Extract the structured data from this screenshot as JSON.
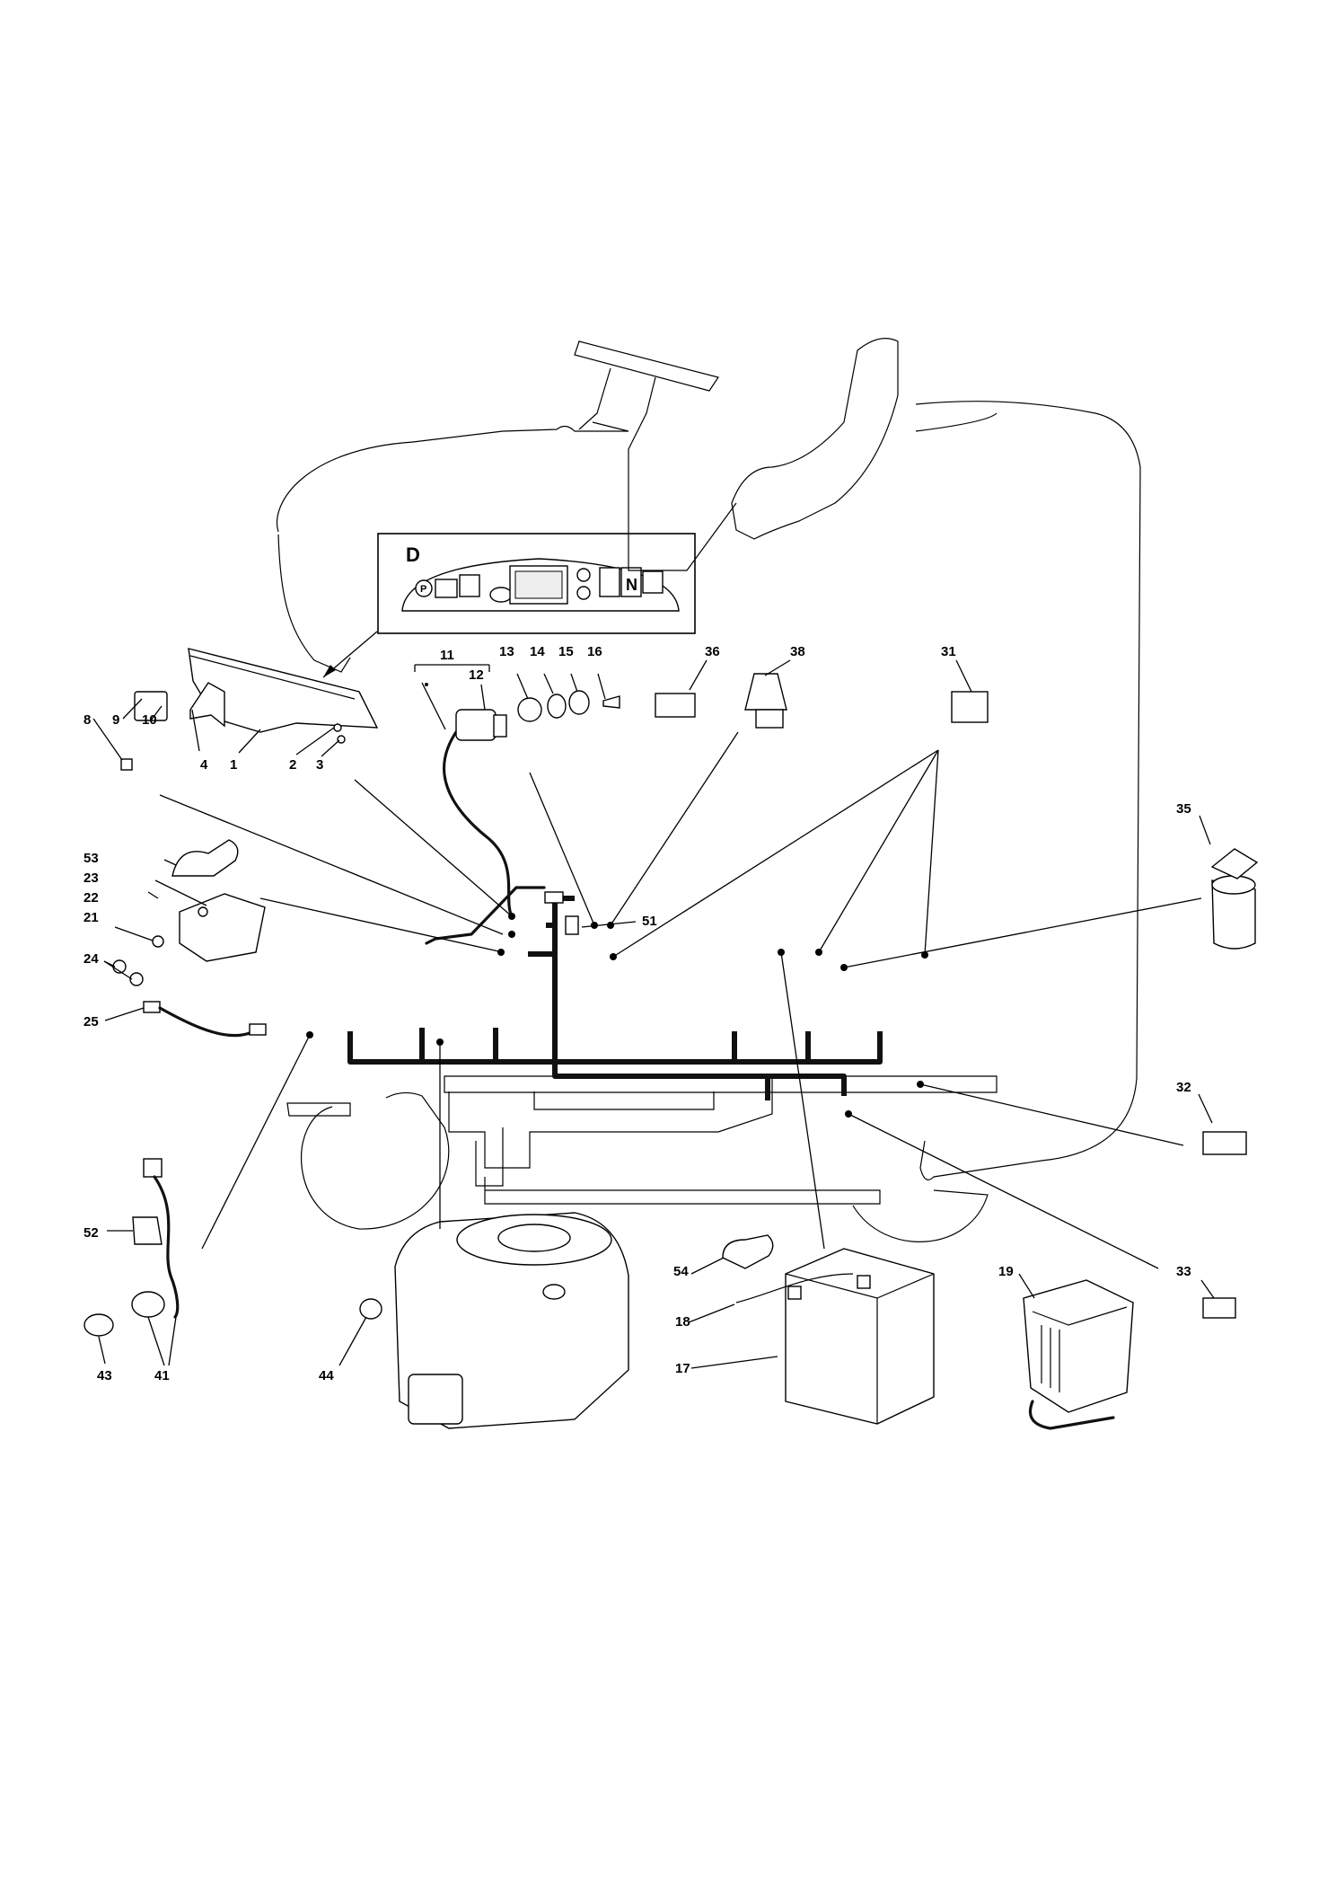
{
  "diagram": {
    "inset_letter": "D",
    "inset_panel": {
      "left_icon_label": "P",
      "right_icon_label": "N"
    },
    "part_labels": [
      {
        "id": "1",
        "text": "1"
      },
      {
        "id": "2",
        "text": "2"
      },
      {
        "id": "3",
        "text": "3"
      },
      {
        "id": "4",
        "text": "4"
      },
      {
        "id": "8",
        "text": "8"
      },
      {
        "id": "9",
        "text": "9"
      },
      {
        "id": "10",
        "text": "10"
      },
      {
        "id": "11",
        "text": "11"
      },
      {
        "id": "12",
        "text": "12"
      },
      {
        "id": "13",
        "text": "13"
      },
      {
        "id": "14",
        "text": "14"
      },
      {
        "id": "15",
        "text": "15"
      },
      {
        "id": "16",
        "text": "16"
      },
      {
        "id": "36",
        "text": "36"
      },
      {
        "id": "38",
        "text": "38"
      },
      {
        "id": "31",
        "text": "31"
      },
      {
        "id": "53",
        "text": "53"
      },
      {
        "id": "23",
        "text": "23"
      },
      {
        "id": "22",
        "text": "22"
      },
      {
        "id": "21",
        "text": "21"
      },
      {
        "id": "24",
        "text": "24"
      },
      {
        "id": "25",
        "text": "25"
      },
      {
        "id": "51",
        "text": "51"
      },
      {
        "id": "35",
        "text": "35"
      },
      {
        "id": "32",
        "text": "32"
      },
      {
        "id": "52",
        "text": "52"
      },
      {
        "id": "43",
        "text": "43"
      },
      {
        "id": "41",
        "text": "41"
      },
      {
        "id": "44",
        "text": "44"
      },
      {
        "id": "54",
        "text": "54"
      },
      {
        "id": "18",
        "text": "18"
      },
      {
        "id": "17",
        "text": "17"
      },
      {
        "id": "19",
        "text": "19"
      },
      {
        "id": "33",
        "text": "33"
      }
    ]
  }
}
